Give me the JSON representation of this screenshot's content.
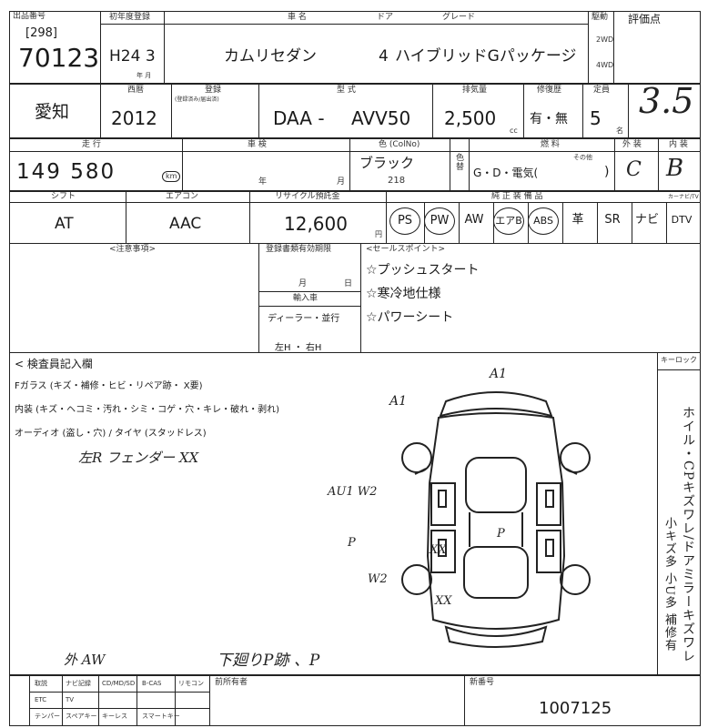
{
  "header": {
    "lot_label": "出品番号",
    "lot_sub": "[298]",
    "lot_number": "70123",
    "first_reg_label": "初年度登録",
    "first_reg_value": "H24 3",
    "first_reg_unit": "年 月",
    "car_name_label": "車 名",
    "car_name": "カムリセダン",
    "doors_label": "ドア",
    "doors": "4",
    "grade_label": "グレード",
    "grade": "ハイブリッドGパッケージ",
    "drive_label": "駆動",
    "drive_2wd": "2WD",
    "drive_4wd": "4WD",
    "score_label": "評価点",
    "score": "3.5"
  },
  "row2": {
    "region": "愛知",
    "year_label": "西暦",
    "year": "2012",
    "reg_label": "登録",
    "reg_sub": "(登録済み/届出済)",
    "model_label": "型 式",
    "model_prefix": "DAA -",
    "model": "AVV50",
    "displacement_label": "排気量",
    "displacement": "2,500",
    "displacement_unit": "cc",
    "history_label": "修復歴",
    "history": "有・無",
    "capacity_label": "定員",
    "capacity": "5",
    "capacity_unit": "名"
  },
  "row3": {
    "mileage_label": "走 行",
    "mileage": "149 580",
    "mileage_unit": "km",
    "inspection_label": "車 検",
    "inspection_year": "年",
    "inspection_month": "月",
    "color_label": "色 (ColNo)",
    "color": "ブラック",
    "color_no": "218",
    "color_change": "色替",
    "fuel_label": "燃 料",
    "fuel": "G・D・電気(",
    "fuel_other": "その他",
    "exterior_label": "外 装",
    "exterior": "C",
    "interior_label": "内 装",
    "interior": "B"
  },
  "row4": {
    "shift_label": "シフト",
    "shift": "AT",
    "aircon_label": "エアコン",
    "aircon": "AAC",
    "recycle_label": "リサイクル預託金",
    "recycle": "12,600",
    "recycle_unit": "円",
    "equipment_label": "純 正 装 備 品",
    "equipment": [
      "PS",
      "PW",
      "AW",
      "エアB",
      "ABS",
      "革",
      "SR",
      "ナビ",
      "DTV"
    ],
    "equipment_circled": [
      true,
      true,
      false,
      true,
      true,
      false,
      false,
      false,
      false
    ],
    "carnavi_label": "カーナビ/TV"
  },
  "notes": {
    "notes_label": "<注意事項>",
    "deadline_label": "登録書類有効期限",
    "deadline_month": "月",
    "deadline_day": "日",
    "import_label": "輸入車",
    "import_value": "ディーラー・並行",
    "steering": "左H ・ 右H",
    "sales_label": "<セールスポイント>",
    "sales_points": [
      "☆プッシュスタート",
      "☆寒冷地仕様",
      "☆パワーシート"
    ]
  },
  "inspector": {
    "label": "< 検査員記入欄",
    "lines": [
      "Fガラス (キズ・補修・ヒビ・リペア跡・ X要)",
      "内装 (キズ・ヘコミ・汚れ・シミ・コゲ・穴・キレ・破れ・剥れ)",
      "オーディオ (盗し・穴) / タイヤ (スタッドレス)"
    ],
    "handwritten_note": "左R フェンダー XX",
    "bottom_note_left": "外 AW",
    "bottom_note_right": "下廻りP跡 、P",
    "keylock_label": "キーロック",
    "vertical_note": "ホイル・CPキズワレ/ドアミラーキズワレ",
    "vertical_note2": "小キズ多 小U多 補修有",
    "diagram_marks": [
      "A1",
      "A1",
      "AU1 W2",
      "P",
      "XX",
      "XX",
      "W2",
      "P"
    ]
  },
  "footer": {
    "options": [
      "取説",
      "ナビ記録",
      "ETC",
      "CD/MD/SD",
      "TV",
      "B-CAS",
      "リモコン",
      "テンパー",
      "スペアキー",
      "キーレス",
      "スマートキー"
    ],
    "owner_label": "前所有者",
    "new_number_label": "新番号",
    "new_number": "1007125"
  }
}
